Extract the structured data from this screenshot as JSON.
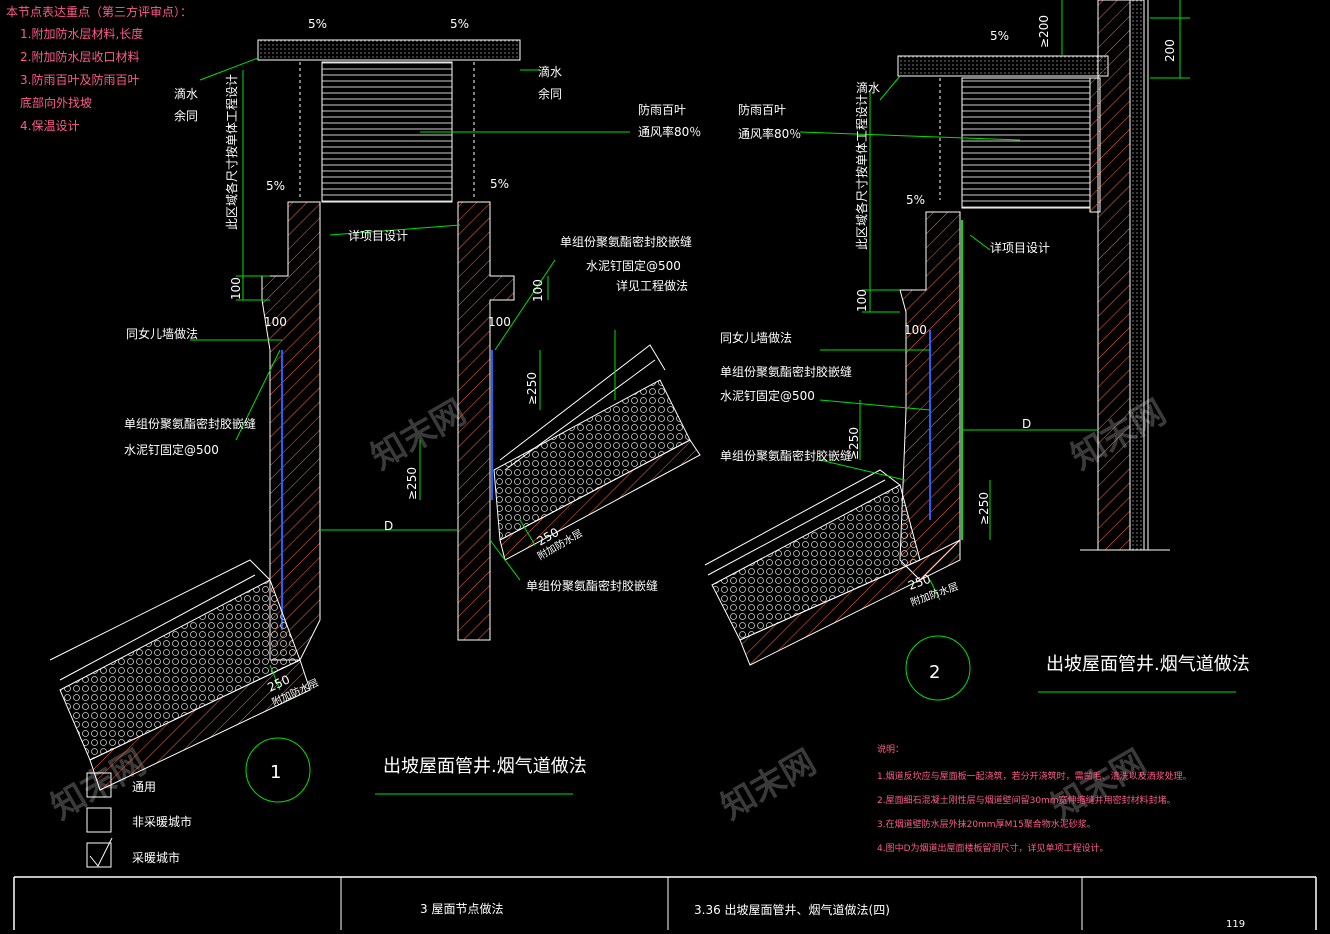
{
  "review_notes": {
    "title": "本节点表达重点（第三方评审点）：",
    "items": [
      "1.附加防水层材料,长度",
      "2.附加防水层收口材料",
      "3.防雨百叶及防雨百叶",
      "底部向外找坡",
      "4.保温设计"
    ]
  },
  "labels": {
    "drip_edge_l1": "滴水",
    "drip_edge_l2": "余同",
    "louver_l1": "防雨百叶",
    "louver_l2": "通风率80％",
    "vertical_note": "此区域各尺寸按单体工程设计",
    "see_project": "详项目设计",
    "sealant": "单组份聚氨酯密封胶嵌缝",
    "nail": "水泥钉固定@500",
    "see_project_method": "详见工程做法",
    "parapet": "同女儿墙做法",
    "slope_5": "5%",
    "dim_100": "100",
    "dim_250": "250",
    "dim_ge250": "≥250",
    "dim_ge200": "≥200",
    "dim_200": "200",
    "dim_D": "D",
    "flashing": "附加防水层"
  },
  "details": [
    {
      "number": "1",
      "title": "出坡屋面管井.烟气道做法"
    },
    {
      "number": "2",
      "title": "出坡屋面管井.烟气道做法"
    }
  ],
  "legend": [
    {
      "label": "通用",
      "checked": false
    },
    {
      "label": "非采暖城市",
      "checked": false
    },
    {
      "label": "采暖城市",
      "checked": true
    }
  ],
  "notes": {
    "title": "说明：",
    "items": [
      "1.烟道反坎应与屋面板一起浇筑，若分开浇筑时，需凿毛、清洗以及洒浆处理。",
      "2.屋面细石混凝土刚性层与烟道壁间留30mm宽伸缩缝并用密封材料封堵。",
      "3.在烟道壁防水层外抹20mm厚M15聚合物水泥砂浆。",
      "4.图中D为烟道出屋面楼板留洞尺寸，详见单项工程设计。"
    ]
  },
  "title_block": {
    "section": "3  屋面节点做法",
    "drawing": "3.36  出坡屋面管井、烟气道做法(四)",
    "page": "119"
  },
  "watermark": "知末网"
}
